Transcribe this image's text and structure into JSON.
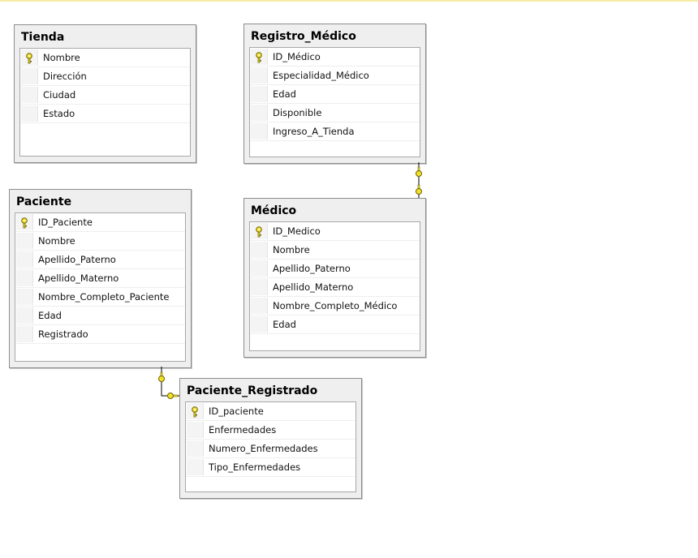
{
  "colors": {
    "key": "#f2e12a",
    "key_stroke": "#6e6200",
    "line": "#000000"
  },
  "tables": [
    {
      "name": "Tienda",
      "fields": [
        {
          "label": "Nombre",
          "pk": true
        },
        {
          "label": "Dirección",
          "pk": false
        },
        {
          "label": "Ciudad",
          "pk": false
        },
        {
          "label": "Estado",
          "pk": false
        }
      ]
    },
    {
      "name": "Registro_Médico",
      "fields": [
        {
          "label": "ID_Médico",
          "pk": true
        },
        {
          "label": "Especialidad_Médico",
          "pk": false
        },
        {
          "label": "Edad",
          "pk": false
        },
        {
          "label": "Disponible",
          "pk": false
        },
        {
          "label": "Ingreso_A_Tienda",
          "pk": false
        }
      ]
    },
    {
      "name": "Paciente",
      "fields": [
        {
          "label": "ID_Paciente",
          "pk": true
        },
        {
          "label": "Nombre",
          "pk": false
        },
        {
          "label": "Apellido_Paterno",
          "pk": false
        },
        {
          "label": "Apellido_Materno",
          "pk": false
        },
        {
          "label": "Nombre_Completo_Paciente",
          "pk": false
        },
        {
          "label": "Edad",
          "pk": false
        },
        {
          "label": "Registrado",
          "pk": false
        }
      ]
    },
    {
      "name": "Médico",
      "fields": [
        {
          "label": "ID_Medico",
          "pk": true
        },
        {
          "label": "Nombre",
          "pk": false
        },
        {
          "label": "Apellido_Paterno",
          "pk": false
        },
        {
          "label": "Apellido_Materno",
          "pk": false
        },
        {
          "label": "Nombre_Completo_Médico",
          "pk": false
        },
        {
          "label": "Edad",
          "pk": false
        }
      ]
    },
    {
      "name": "Paciente_Registrado",
      "fields": [
        {
          "label": "ID_paciente",
          "pk": true
        },
        {
          "label": "Enfermedades",
          "pk": false
        },
        {
          "label": "Numero_Enfermedades",
          "pk": false
        },
        {
          "label": "Tipo_Enfermedades",
          "pk": false
        }
      ]
    }
  ],
  "relationships": [
    {
      "from": "Registro_Médico",
      "to": "Médico"
    },
    {
      "from": "Paciente",
      "to": "Paciente_Registrado"
    }
  ]
}
